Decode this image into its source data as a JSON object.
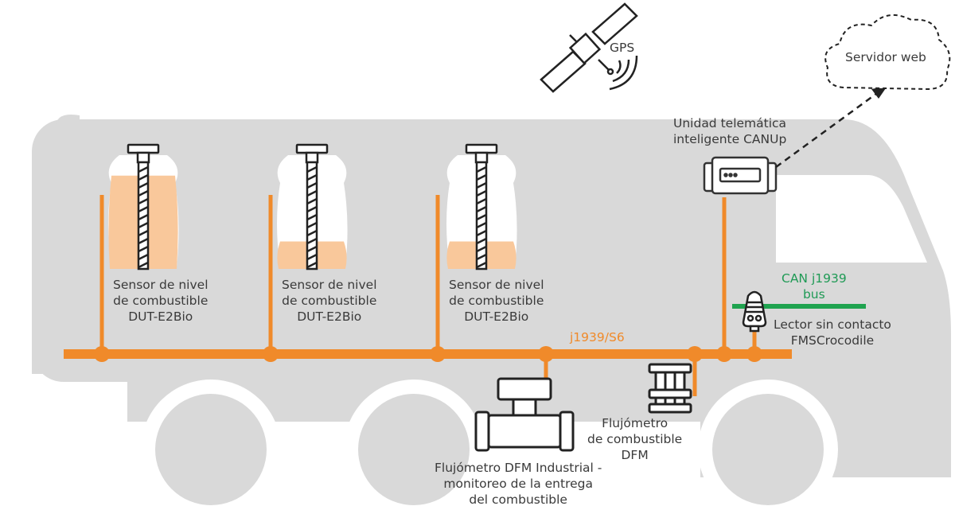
{
  "colors": {
    "truck": "#d9d9d9",
    "bus": "#f08a2a",
    "fuel": "#f9c89b",
    "can_bus": "#1fa34f",
    "text": "#3a3a3a"
  },
  "gps": {
    "label": "GPS",
    "icon": "satellite-icon"
  },
  "server": {
    "label": "Servidor web",
    "icon": "cloud-icon"
  },
  "telematics": {
    "line1": "Unidad telemática",
    "line2": "inteligente CANUp"
  },
  "tanks": [
    {
      "line1": "Sensor de nivel",
      "line2": "de combustible",
      "line3": "DUT-E2Bio",
      "fill_level": 0.85
    },
    {
      "line1": "Sensor de nivel",
      "line2": "de combustible",
      "line3": "DUT-E2Bio",
      "fill_level": 0.25
    },
    {
      "line1": "Sensor de nivel",
      "line2": "de combustible",
      "line3": "DUT-E2Bio",
      "fill_level": 0.25
    }
  ],
  "bus_label": "j1939/S6",
  "can_bus": {
    "line1": "CAN j1939",
    "line2": "bus"
  },
  "reader": {
    "line1": "Lector sin contacto",
    "line2": "FMSCrocodile"
  },
  "dfm": {
    "line1": "Flujómetro",
    "line2": "de combustible",
    "line3": "DFM"
  },
  "dfm_industrial": {
    "line1": "Flujómetro DFM Industrial -",
    "line2": "monitoreo de la entrega",
    "line3": "del combustible"
  }
}
